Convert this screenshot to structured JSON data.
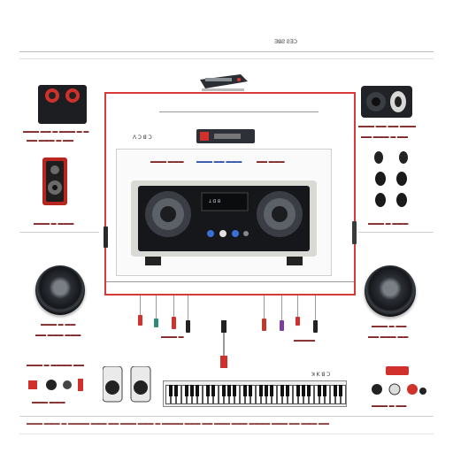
{
  "diagram": {
    "header_label": "ƎꓭƧ ƧƎꓛ",
    "box_label_left": "ᐱ ꓛ ꓭ ꓛ",
    "receiver_display_text": "ꓕ ꓷ ꓭ",
    "footer_label": "ꓘ ꓗ ꓭ ꓛ"
  },
  "colors": {
    "wire_red": "#d83a3a",
    "wire_grey": "#9a9a9a",
    "speaker_black": "#16181c",
    "accent_red": "#d0312d",
    "screen_blue": "#3a6fd8"
  },
  "icons": [
    "top-cassette-icon",
    "left-top-speaker-icon",
    "left-red-speaker-icon",
    "left-round-speaker-icon",
    "right-top-speaker-icon",
    "right-earbuds-icon",
    "right-round-speaker-icon",
    "center-receiver-icon",
    "center-remote-icon",
    "keyboard-icon",
    "bottom-left-speaker-pair-icon",
    "bottom-right-headphones-icon"
  ]
}
